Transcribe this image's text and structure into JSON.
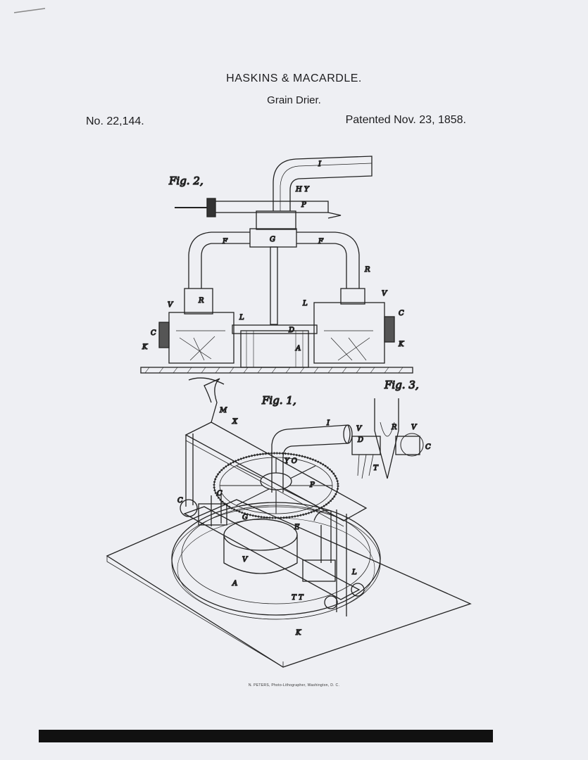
{
  "header": {
    "inventors": "HASKINS & MACARDLE.",
    "subject": "Grain Drier.",
    "patent_number": "No. 22,144.",
    "patent_date": "Patented Nov. 23, 1858."
  },
  "figures": {
    "fig2_label": "Fig. 2,",
    "fig1_label": "Fig. 1,",
    "fig3_label": "Fig. 3,"
  },
  "footer": {
    "lithographer": "N. PETERS, Photo-Lithographer, Washington, D. C."
  }
}
